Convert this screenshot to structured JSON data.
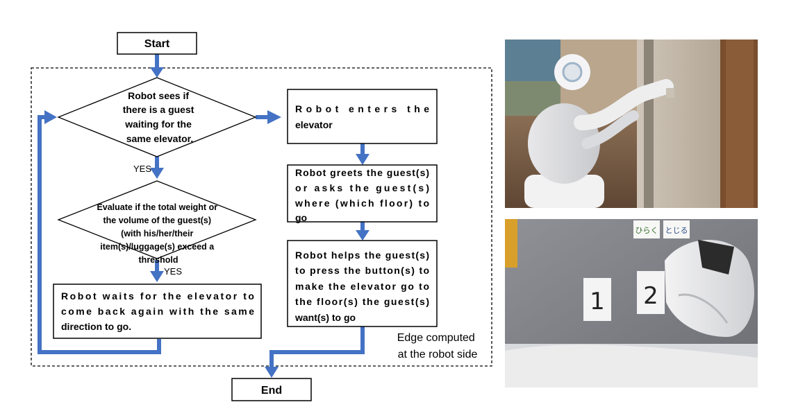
{
  "nodes": {
    "start": "Start",
    "end": "End",
    "decision_guest": [
      "Robot sees if",
      "there is a guest",
      "waiting for the",
      "same elevator."
    ],
    "decision_weight": [
      "Evaluate if the total weight or",
      "the volume of the guest(s)",
      "(with his/her/their",
      "item(s)/luggage(s) exceed a",
      "threshold"
    ],
    "wait": [
      "Robot waits for the elevator to",
      "come back again with the same",
      "direction to go."
    ],
    "enter": [
      "Robot enters the",
      "elevator"
    ],
    "greet": [
      "Robot greets the guest(s)",
      "or asks the guest(s)",
      "where (which floor) to",
      "go"
    ],
    "help": [
      "Robot helps the guest(s)",
      "to press the button(s) to",
      "make the elevator go to",
      "the floor(s) the guest(s)",
      "want(s) to go"
    ]
  },
  "edge_labels": {
    "yes1": "YES",
    "yes2": "YES"
  },
  "region_note": [
    "Edge computed",
    "at the robot side"
  ],
  "photos": {
    "top": {
      "subject": "robot arm pressing elevator call button"
    },
    "bottom": {
      "subject": "robot hand at elevator floor panel",
      "button_labels": [
        "1",
        "2"
      ],
      "sign_labels": [
        "ひらく",
        "とじる"
      ]
    }
  },
  "colors": {
    "arrow": "#4472C4",
    "border": "#000000"
  }
}
